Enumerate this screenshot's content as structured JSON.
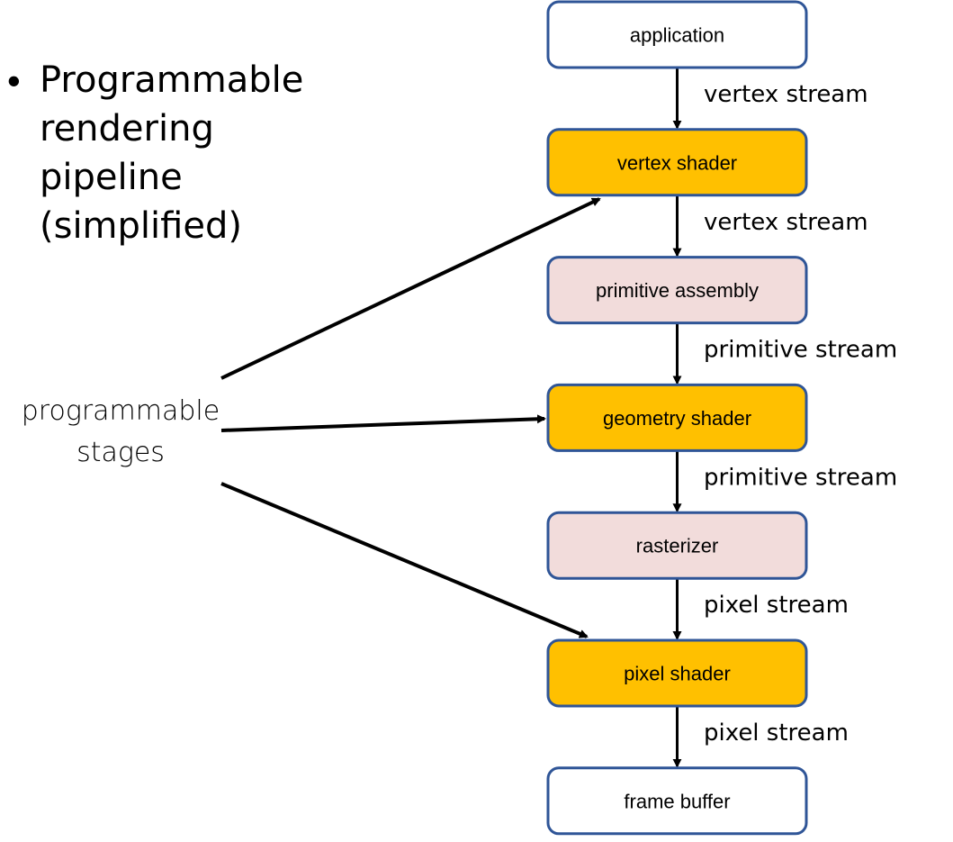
{
  "title": {
    "bullet": "•",
    "lines": [
      "Programmable",
      "rendering",
      "pipeline",
      "(simplified)"
    ]
  },
  "side_label": {
    "lines": [
      "programmable",
      "stages"
    ]
  },
  "stages": [
    {
      "label": "application",
      "kind": "io"
    },
    {
      "label": "vertex shader",
      "kind": "programmable"
    },
    {
      "label": "primitive assembly",
      "kind": "fixed"
    },
    {
      "label": "geometry shader",
      "kind": "programmable"
    },
    {
      "label": "rasterizer",
      "kind": "fixed"
    },
    {
      "label": "pixel shader",
      "kind": "programmable"
    },
    {
      "label": "frame buffer",
      "kind": "io"
    }
  ],
  "edges": [
    {
      "label": "vertex stream"
    },
    {
      "label": "vertex stream"
    },
    {
      "label": "primitive stream"
    },
    {
      "label": "primitive stream"
    },
    {
      "label": "pixel stream"
    },
    {
      "label": "pixel stream"
    }
  ],
  "colors": {
    "io": "#ffffff",
    "programmable": "#ffc000",
    "fixed": "#f2dcdb",
    "border": "#2f5597",
    "arrow": "#000000"
  }
}
